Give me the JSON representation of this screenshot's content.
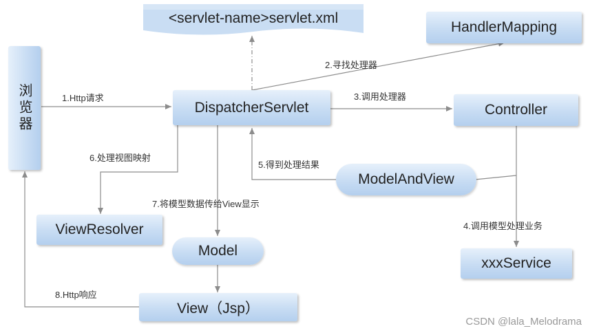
{
  "nodes": {
    "browser": "浏览器",
    "servlet_xml": "<servlet-name>servlet.xml",
    "handler_mapping": "HandlerMapping",
    "dispatcher": "DispatcherServlet",
    "controller": "Controller",
    "model_and_view": "ModelAndView",
    "view_resolver": "ViewResolver",
    "model": "Model",
    "service": "xxxService",
    "view": "View（Jsp）"
  },
  "edges": {
    "e1": "1.Http请求",
    "e2": "2.寻找处理器",
    "e3": "3.调用处理器",
    "e4": "4.调用模型处理业务",
    "e5": "5.得到处理结果",
    "e6": "6.处理视图映射",
    "e7": "7.将模型数据传给View显示",
    "e8": "8.Http响应"
  },
  "watermark": "CSDN @lala_Melodrama",
  "colors": {
    "node_fill_top": "#e6f0fb",
    "node_fill_bottom": "#b4cfee",
    "connector": "#8c8c8c"
  }
}
